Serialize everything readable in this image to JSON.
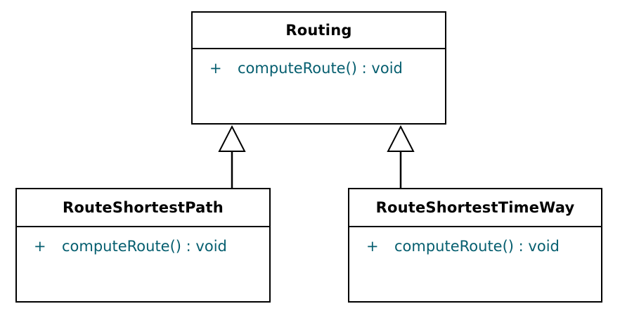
{
  "diagram": {
    "kind": "uml-class-diagram",
    "colors": {
      "background": "#ffffff",
      "border": "#000000",
      "class_name_text": "#000000",
      "member_text": "#055e6f"
    },
    "classes": [
      {
        "name": "Routing",
        "members": [
          {
            "visibility": "+",
            "signature": "computeRoute() : void"
          }
        ]
      },
      {
        "name": "RouteShortestPath",
        "members": [
          {
            "visibility": "+",
            "signature": "computeRoute() : void"
          }
        ]
      },
      {
        "name": "RouteShortestTimeWay",
        "members": [
          {
            "visibility": "+",
            "signature": "computeRoute() : void"
          }
        ]
      }
    ],
    "relations": [
      {
        "type": "generalization",
        "from": "RouteShortestPath",
        "to": "Routing"
      },
      {
        "type": "generalization",
        "from": "RouteShortestTimeWay",
        "to": "Routing"
      }
    ]
  }
}
